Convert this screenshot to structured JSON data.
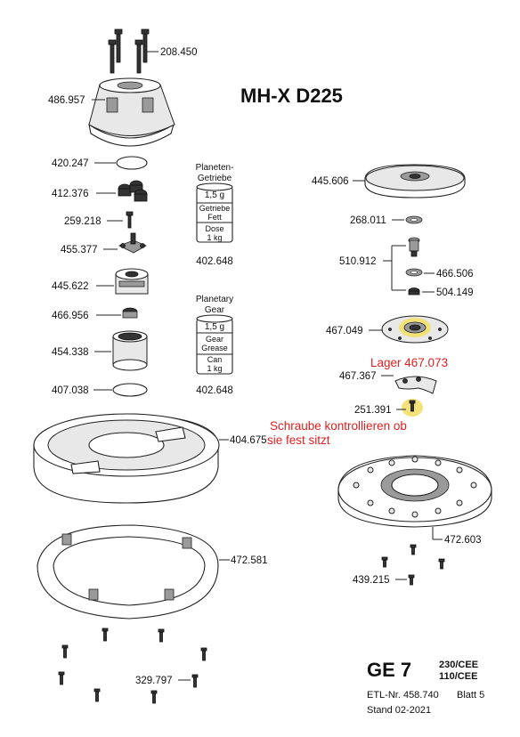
{
  "title": "MH-X D225",
  "notes": {
    "bearing": "Lager 467.073",
    "screw_line1": "Schraube kontrollieren ob",
    "screw_line2": "sie fest sitzt"
  },
  "grease_de": {
    "heading1": "Planeten-",
    "heading2": "Getriebe",
    "amount": "1,5 g",
    "type1": "Getriebe",
    "type2": "Fett",
    "pack1": "Dose",
    "pack2": "1 kg",
    "part": "402.648"
  },
  "grease_en": {
    "heading1": "Planetary",
    "heading2": "Gear",
    "amount": "1,5 g",
    "type1": "Gear",
    "type2": "Grease",
    "pack1": "Can",
    "pack2": "1 kg",
    "part": "402.648"
  },
  "parts": {
    "p208450": "208.450",
    "p486957": "486.957",
    "p420247": "420.247",
    "p412376": "412.376",
    "p259218": "259.218",
    "p455377": "455.377",
    "p445622": "445.622",
    "p466956": "466.956",
    "p454338": "454.338",
    "p407038": "407.038",
    "p404675": "404.675",
    "p472581": "472.581",
    "p329797": "329.797",
    "p445606": "445.606",
    "p268011": "268.011",
    "p510912": "510.912",
    "p466506": "466.506",
    "p504149": "504.149",
    "p467049": "467.049",
    "p467367": "467.367",
    "p251391": "251.391",
    "p472603": "472.603",
    "p439215": "439.215"
  },
  "footer": {
    "model": "GE 7",
    "volt1": "230/CEE",
    "volt2": "110/CEE",
    "etl": "ETL-Nr. 458.740",
    "sheet": "Blatt 5",
    "stand": "Stand 02-2021"
  },
  "colors": {
    "note": "#e02020",
    "highlight": "#f3e27a"
  }
}
